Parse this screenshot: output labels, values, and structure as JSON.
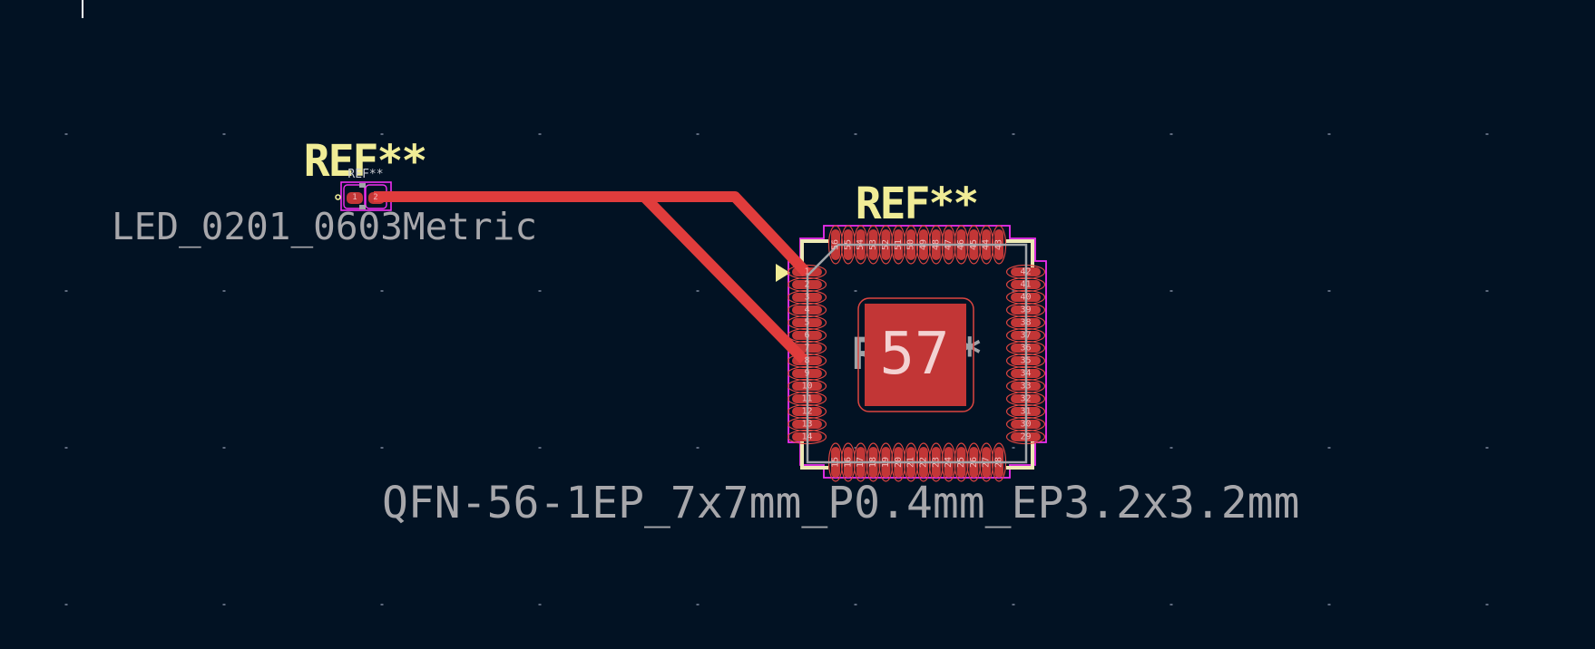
{
  "editor": {
    "description": "PCB editor canvas with two unplaced footprints connected by copper traces",
    "zoom_cursor_tick": {
      "x": 90,
      "y": 0,
      "height": 20
    }
  },
  "colors": {
    "bg": "#021223",
    "grid": "#5E6A7E",
    "pad": "#C23636",
    "padRing": "#DC4540",
    "padText": "#EFBCBC",
    "trace": "#E03C3C",
    "courtyard": "#F12EF1",
    "silk": "#EDE9B5",
    "silkBright": "#F0EC96",
    "fab": "#A0A4A8",
    "fabText": "#A7A7AB",
    "fabRefSmall": "#C9CCD1",
    "qfnFabRef": "#9FA3A7",
    "epText": "#F3D2D2",
    "cursor": "#FFFFFF"
  },
  "grid": {
    "xs": [
      73,
      247,
      421,
      595,
      769,
      943,
      1117,
      1291,
      1465,
      1639
    ],
    "ys": [
      148,
      321,
      494,
      667
    ]
  },
  "led": {
    "silk_ref": "REF**",
    "fab_ref": "REF**",
    "value": "LED_0201_0603Metric",
    "pad_numbers": [
      "1",
      "2"
    ]
  },
  "qfn": {
    "silk_ref": "REF**",
    "fab_ref": "REF**",
    "value": "QFN-56-1EP_7x7mm_P0.4mm_EP3.2x3.2mm",
    "ep_pad": "57",
    "left_pads": [
      "1",
      "2",
      "3",
      "4",
      "5",
      "6",
      "7",
      "8",
      "9",
      "10",
      "11",
      "12",
      "13",
      "14"
    ],
    "bottom_pads": [
      "15",
      "16",
      "17",
      "18",
      "19",
      "20",
      "21",
      "22",
      "23",
      "24",
      "25",
      "26",
      "27",
      "28"
    ],
    "right_pads": [
      "42",
      "41",
      "40",
      "39",
      "38",
      "37",
      "36",
      "35",
      "34",
      "33",
      "32",
      "31",
      "30",
      "29"
    ],
    "top_pads": [
      "56",
      "55",
      "54",
      "53",
      "52",
      "51",
      "50",
      "49",
      "48",
      "47",
      "46",
      "45",
      "44",
      "43"
    ]
  },
  "traces": [
    {
      "name": "trace-led-to-qfn-pad1",
      "points": [
        [
          412,
          217
        ],
        [
          810,
          217
        ],
        [
          889,
          301
        ]
      ]
    },
    {
      "name": "trace-led-to-qfn-pad8",
      "points": [
        [
          412,
          217
        ],
        [
          710,
          217
        ],
        [
          886,
          397
        ]
      ]
    }
  ]
}
